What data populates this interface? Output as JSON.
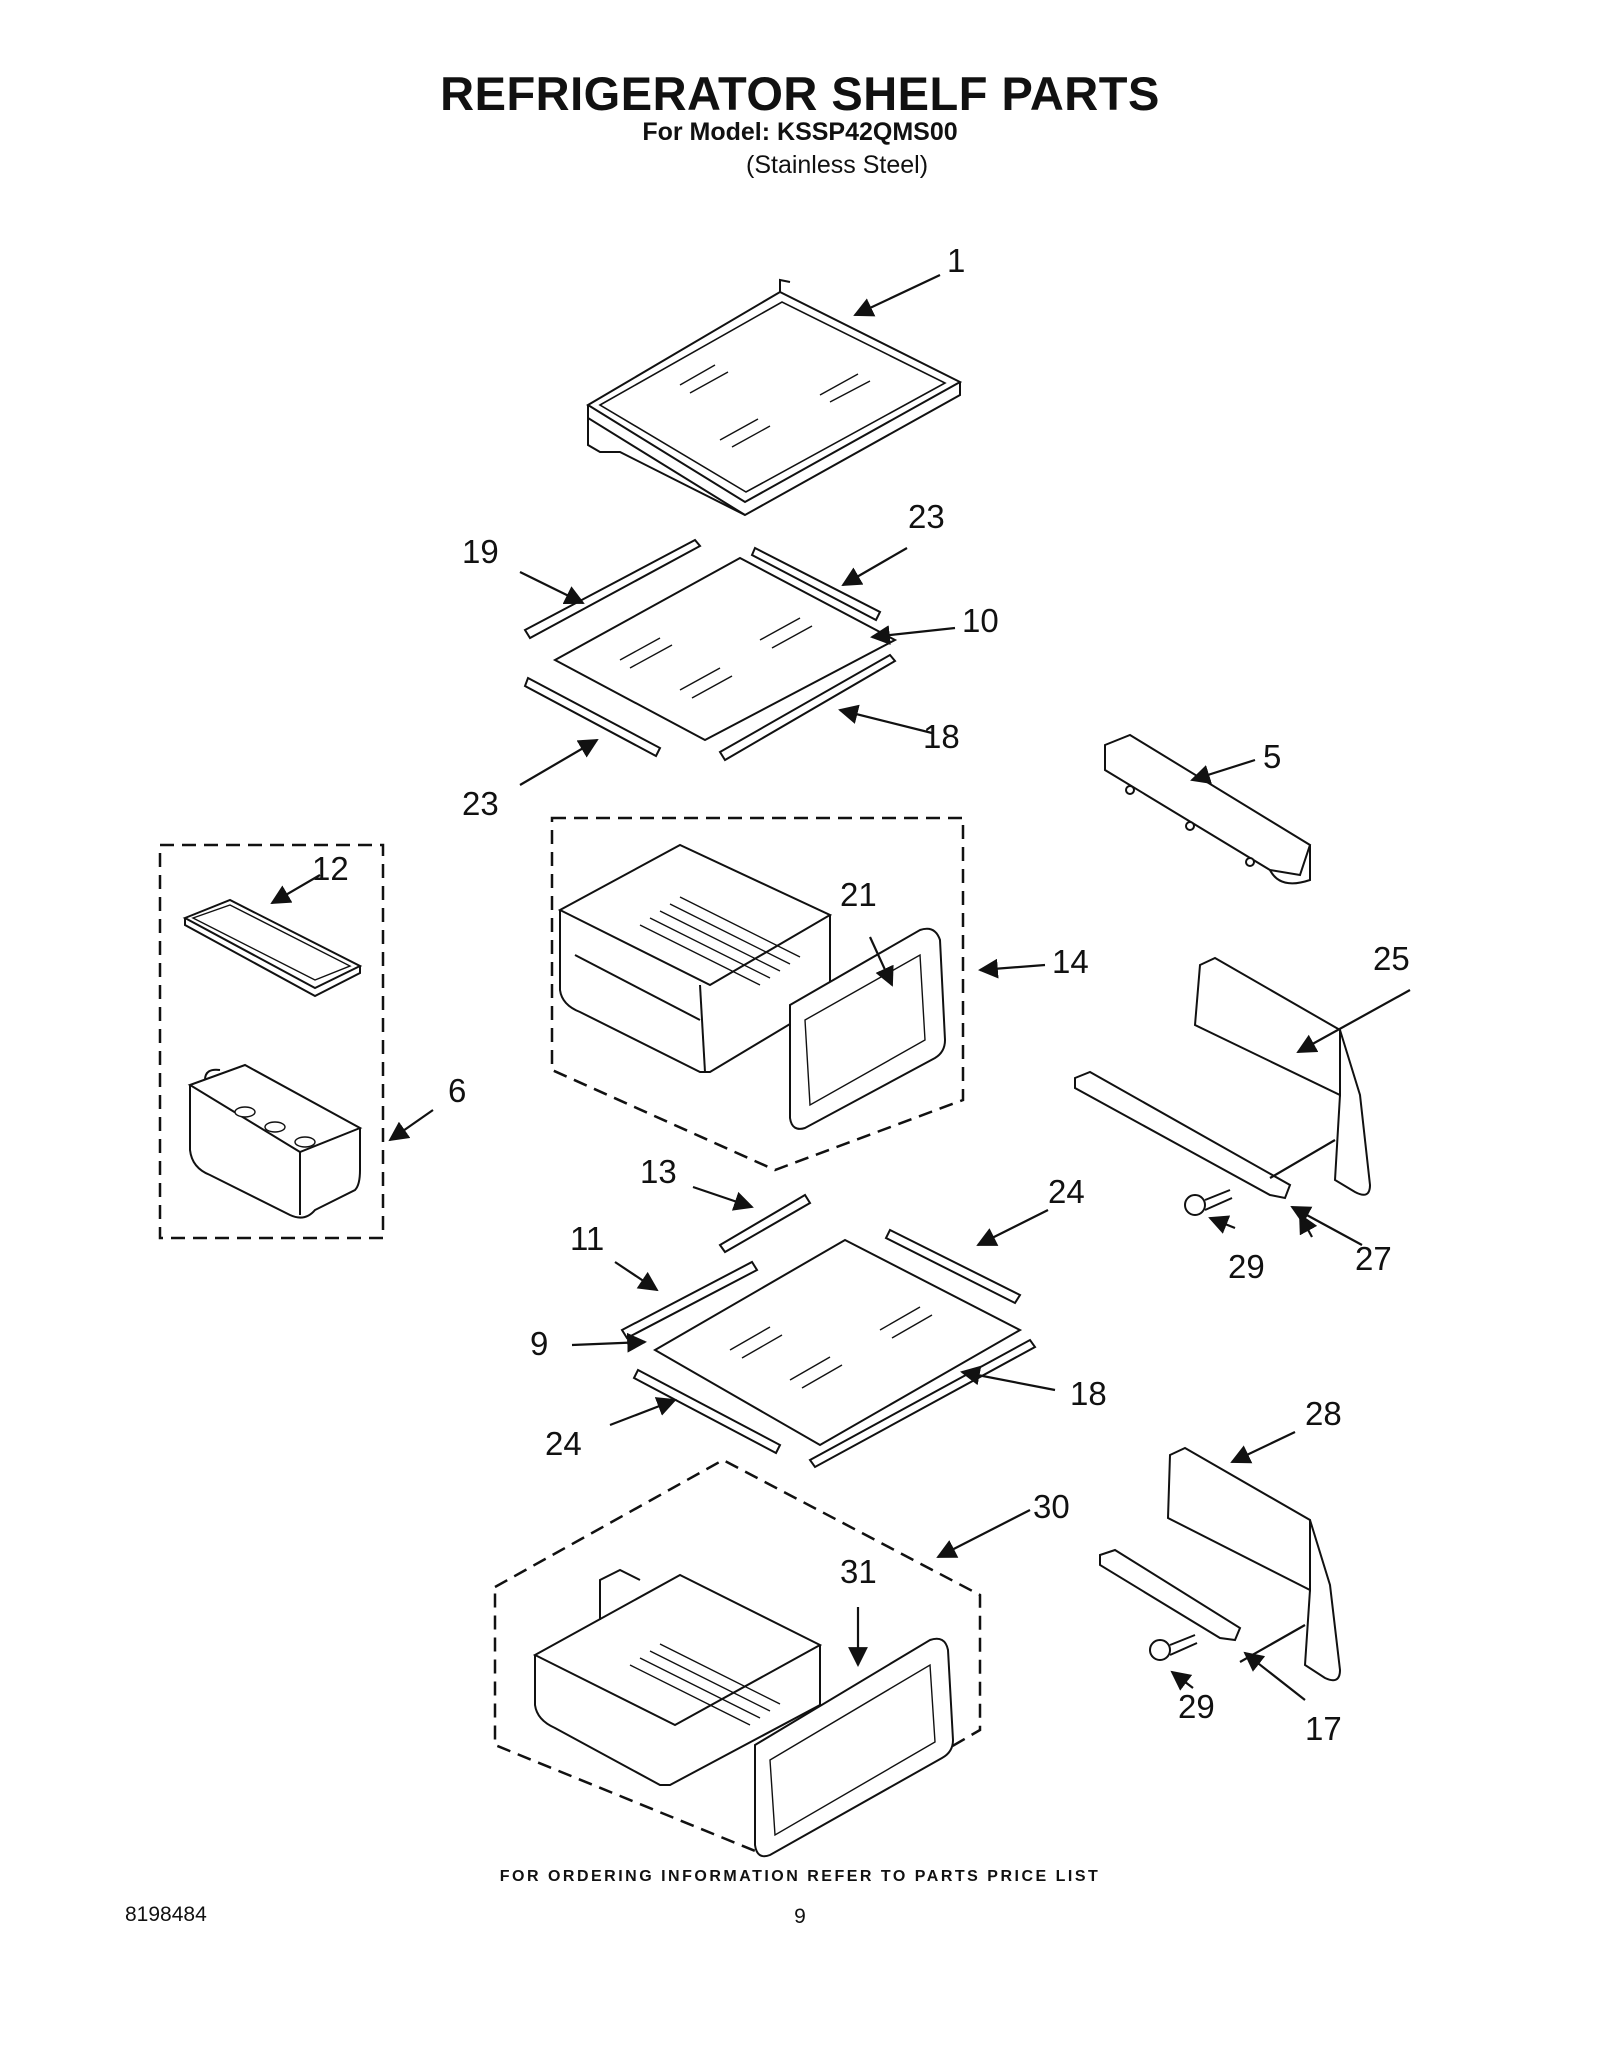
{
  "header": {
    "title": "REFRIGERATOR SHELF PARTS",
    "model_line": "For Model: KSSP42QMS00",
    "finish": "(Stainless Steel)"
  },
  "diagram": {
    "callouts": {
      "c1": "1",
      "c19": "19",
      "c23a": "23",
      "c10": "10",
      "c18a": "18",
      "c23b": "23",
      "c5": "5",
      "c12": "12",
      "c21": "21",
      "c14": "14",
      "c25": "25",
      "c6": "6",
      "c13": "13",
      "c24a": "24",
      "c11": "11",
      "c29a": "29",
      "c27": "27",
      "c9": "9",
      "c18b": "18",
      "c24b": "24",
      "c28": "28",
      "c30": "30",
      "c31": "31",
      "c29b": "29",
      "c17": "17"
    }
  },
  "footer": {
    "ordering_note": "FOR ORDERING INFORMATION REFER TO PARTS PRICE LIST",
    "document_number": "8198484",
    "page_number": "9"
  }
}
